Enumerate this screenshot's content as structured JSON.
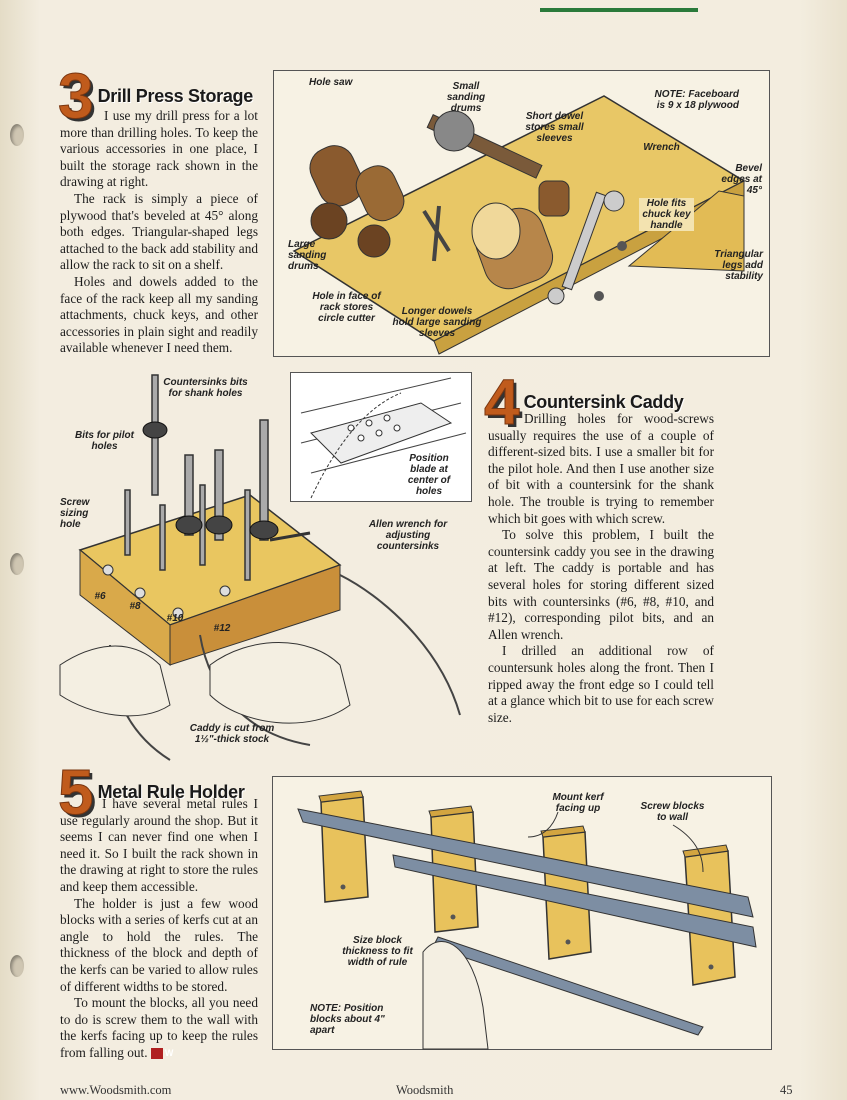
{
  "sections": {
    "drill_press": {
      "number": "3",
      "title": "Drill Press Storage",
      "paragraphs": [
        "I use my drill press for a lot more than drilling holes. To keep the various accessories in one place, I built the storage rack shown in the drawing at right.",
        "The rack is simply a piece of plywood that's beveled at 45° along both edges. Triangular-shaped legs attached to the back add stability and allow the rack to sit on a shelf.",
        "Holes and dowels added to the face of the rack keep all my sanding attachments, chuck keys, and other accessories in plain sight and readily available whenever I need them."
      ],
      "labels": {
        "hole_saw": "Hole saw",
        "small_drums": "Small sanding drums",
        "short_dowel": "Short dowel stores small sleeves",
        "note": "NOTE: Faceboard is 9 x 18 plywood",
        "wrench": "Wrench",
        "bevel": "Bevel edges at 45°",
        "chuck_key": "Hole fits chuck key handle",
        "large_drums": "Large sanding drums",
        "triangular": "Triangular legs add stability",
        "circle_cutter": "Hole in face of rack stores circle cutter",
        "longer_dowels": "Longer dowels hold large sanding sleeves"
      }
    },
    "countersink": {
      "number": "4",
      "title": "Countersink Caddy",
      "paragraphs": [
        "Drilling holes for wood-screws usually requires the use of a couple of different-sized bits. I use a smaller bit for the pilot hole. And then I use another size of bit with a countersink for the shank hole. The trouble is trying to remember which bit goes with which screw.",
        "To solve this problem, I built the countersink caddy you see in the drawing at left. The caddy is portable and has several holes for storing different sized bits with countersinks (#6, #8, #10, and #12), corresponding pilot bits, and an Allen wrench.",
        "I drilled an additional row of countersunk holes along the front. Then I ripped away the front edge so I could tell at a glance which bit to use for each screw size."
      ],
      "labels": {
        "countersinks_bits": "Countersinks bits for shank holes",
        "pilot_bits": "Bits for pilot holes",
        "screw_sizing": "Screw sizing hole",
        "position_blade": "Position blade at center of holes",
        "allen": "Allen wrench for adjusting countersinks",
        "caddy_cut": "Caddy is cut from 1½\"-thick stock",
        "n6": "#6",
        "n8": "#8",
        "n10": "#10",
        "n12": "#12"
      }
    },
    "metal_rule": {
      "number": "5",
      "title": "Metal Rule Holder",
      "paragraphs": [
        "I have several metal rules I use regularly around the shop. But it seems I can never find one when I need it. So I built the rack shown in the drawing at right to store the rules and keep them accessible.",
        "The holder is just a few wood blocks with a series of kerfs cut at an angle to hold the rules. The thickness of the block and depth of the kerfs can be varied to allow rules of different widths to be stored.",
        "To mount the blocks, all you need to do is screw them to the wall with the kerfs facing up to keep the rules from falling out."
      ],
      "end_mark": "W",
      "labels": {
        "mount_kerf": "Mount kerf facing up",
        "screw_blocks": "Screw blocks to wall",
        "size_block": "Size block thickness to fit width of rule",
        "note": "NOTE: Position blocks about 4\" apart"
      }
    }
  },
  "footer": {
    "url": "www.Woodsmith.com",
    "magazine": "Woodsmith",
    "page": "45"
  }
}
